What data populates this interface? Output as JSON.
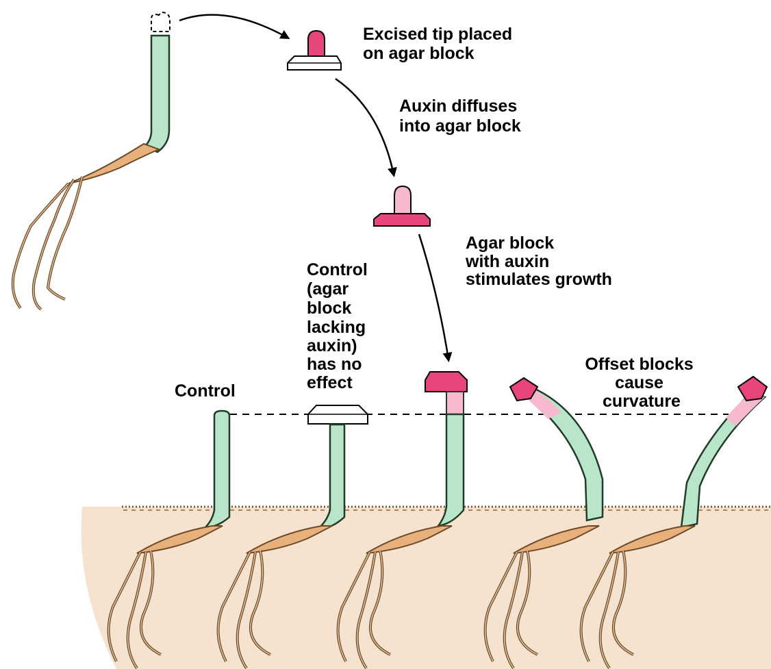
{
  "colors": {
    "coleoptile": "#b9e6c9",
    "coleoptile_stroke": "#1f3b2a",
    "auxin_block": "#e8457a",
    "auxin_light": "#f6b9cd",
    "plain_block": "#ffffff",
    "seed": "#e8b07a",
    "root": "#c89a6a",
    "soil": "#f6e3cf",
    "soil_line": "#7a5a3a"
  },
  "labels": {
    "step1": [
      "Excised tip placed",
      "on agar block"
    ],
    "step2": [
      "Auxin diffuses",
      "into agar block"
    ],
    "step3": [
      "Agar block",
      "with auxin",
      "stimulates growth"
    ],
    "control_block": [
      "Control",
      "(agar",
      "block",
      "lacking",
      "auxin)",
      "has no",
      "effect"
    ],
    "control": [
      "Control"
    ],
    "offset": [
      "Offset blocks",
      "cause",
      "curvature"
    ]
  }
}
